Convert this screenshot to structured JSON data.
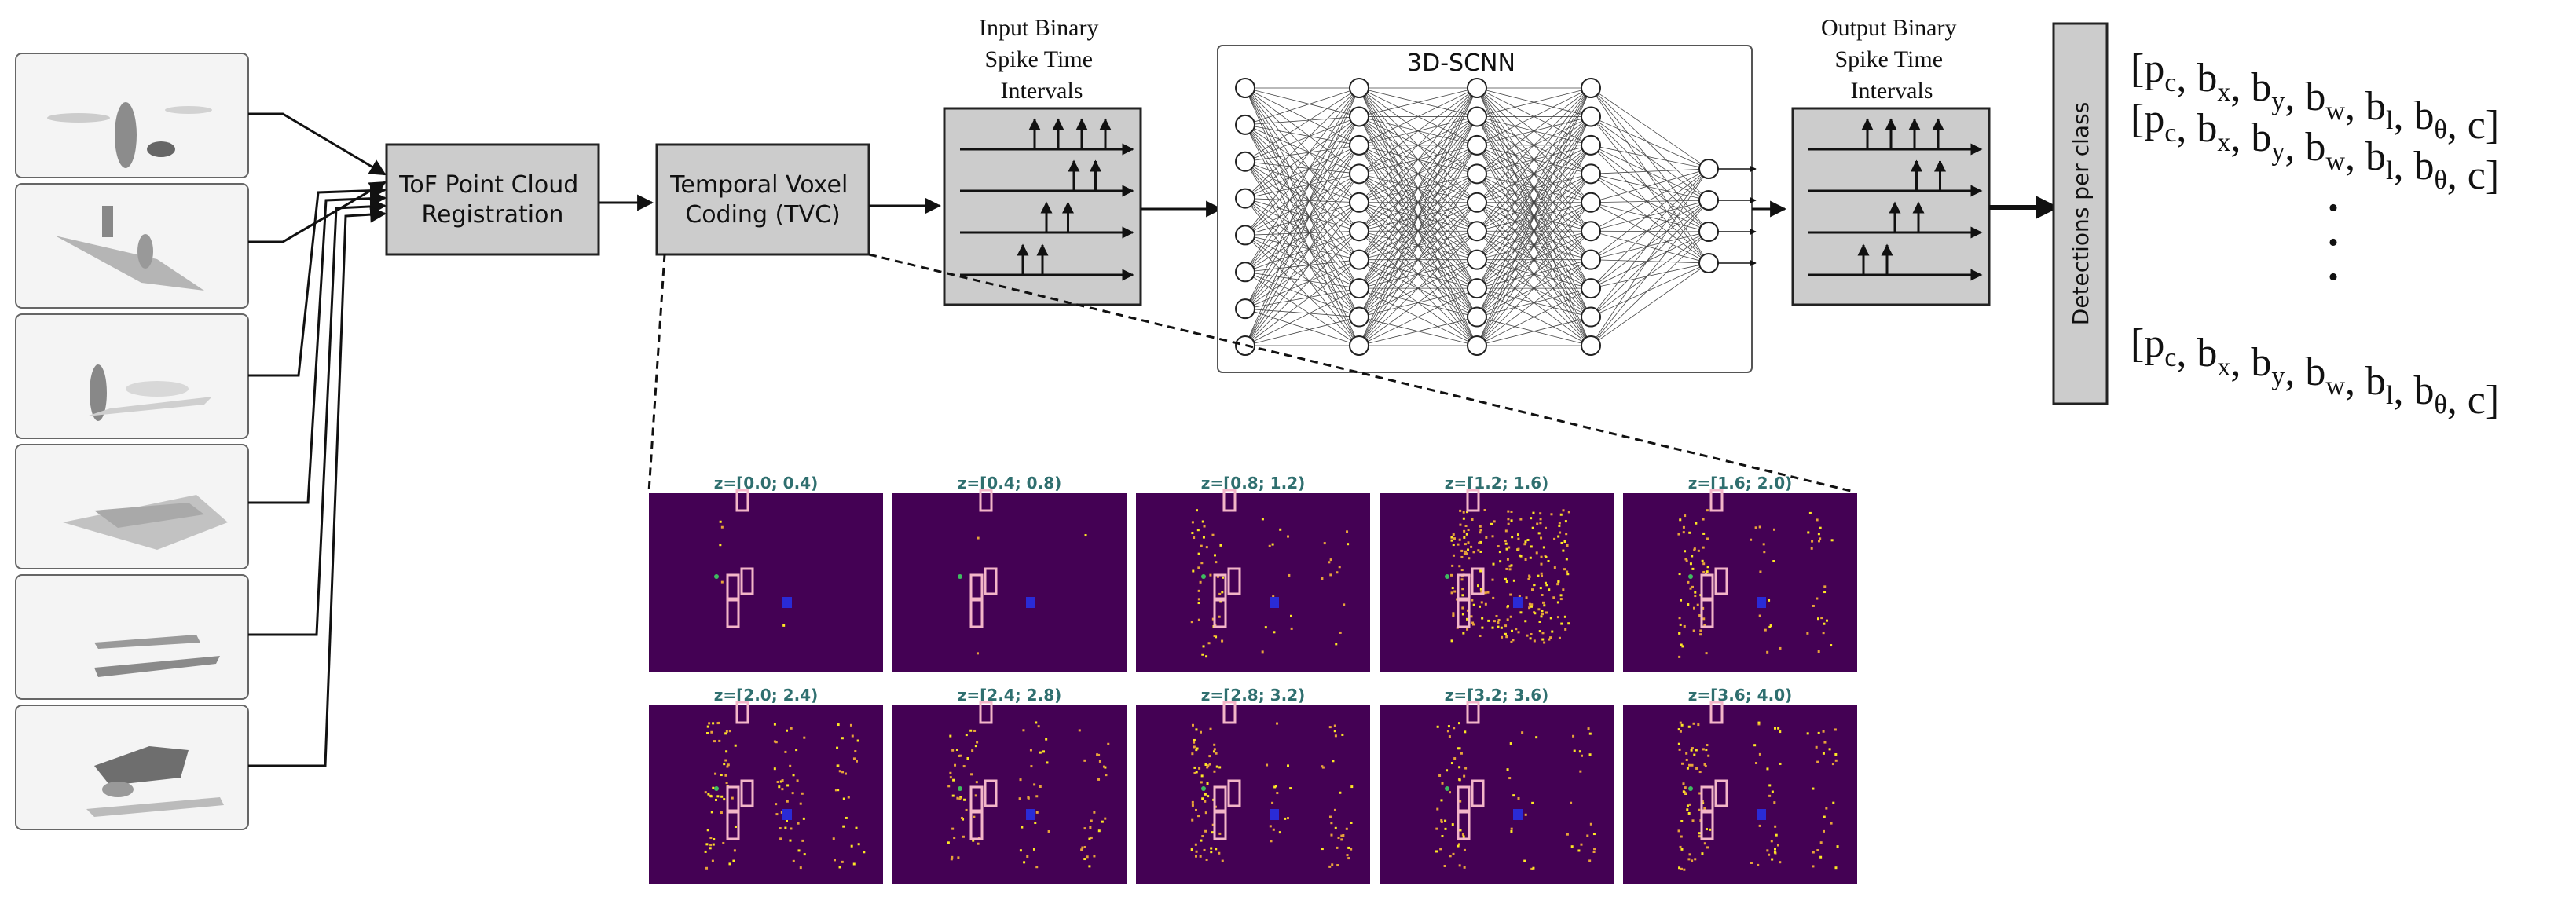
{
  "blocks": {
    "tof": [
      "ToF Point Cloud",
      "Registration"
    ],
    "tvc": [
      "Temporal Voxel",
      "Coding (TVC)"
    ],
    "snn": "3D-SCNN",
    "detections": "Detections per class"
  },
  "captions": {
    "input": [
      "Input Binary",
      "Spike Time",
      "Intervals"
    ],
    "output": [
      "Output Binary",
      "Spike Time",
      "Intervals"
    ]
  },
  "output_vector": {
    "rows": [
      [
        {
          "b": "[p",
          "s": "c"
        },
        {
          "b": ", b",
          "s": "x"
        },
        {
          "b": ", b",
          "s": "y"
        },
        {
          "b": ", b",
          "s": "w"
        },
        {
          "b": ", b",
          "s": "l"
        },
        {
          "b": ", b",
          "s": "θ"
        },
        {
          "b": ", c]",
          "s": ""
        }
      ],
      [
        {
          "b": "[p",
          "s": "c"
        },
        {
          "b": ", b",
          "s": "x"
        },
        {
          "b": ", b",
          "s": "y"
        },
        {
          "b": ", b",
          "s": "w"
        },
        {
          "b": ", b",
          "s": "l"
        },
        {
          "b": ", b",
          "s": "θ"
        },
        {
          "b": ", c]",
          "s": ""
        }
      ],
      [
        {
          "b": "[p",
          "s": "c"
        },
        {
          "b": ", b",
          "s": "x"
        },
        {
          "b": ", b",
          "s": "y"
        },
        {
          "b": ", b",
          "s": "w"
        },
        {
          "b": ", b",
          "s": "l"
        },
        {
          "b": ", b",
          "s": "θ"
        },
        {
          "b": ", c]",
          "s": ""
        }
      ]
    ],
    "ellipsis": "."
  },
  "slices": [
    {
      "label": "z=[0.0; 0.4)",
      "density": 0.02
    },
    {
      "label": "z=[0.4; 0.8)",
      "density": 0.01
    },
    {
      "label": "z=[0.8; 1.2)",
      "density": 0.25
    },
    {
      "label": "z=[1.2; 1.6)",
      "density": 0.95
    },
    {
      "label": "z=[1.6; 2.0)",
      "density": 0.35
    },
    {
      "label": "z=[2.0; 2.4)",
      "density": 0.45
    },
    {
      "label": "z=[2.4; 2.8)",
      "density": 0.35
    },
    {
      "label": "z=[2.8; 3.2)",
      "density": 0.4
    },
    {
      "label": "z=[3.2; 3.6)",
      "density": 0.3
    },
    {
      "label": "z=[3.6; 4.0)",
      "density": 0.45
    }
  ],
  "network": {
    "layers": [
      8,
      10,
      10,
      10,
      4
    ],
    "outputs": 4
  },
  "spike_rows": {
    "input": [
      [
        0.46,
        0.58,
        0.7,
        0.82
      ],
      [
        0.66,
        0.77
      ],
      [
        0.52,
        0.63
      ],
      [
        0.4,
        0.5
      ]
    ],
    "output": [
      [
        0.38,
        0.5,
        0.62,
        0.74
      ],
      [
        0.63,
        0.75
      ],
      [
        0.52,
        0.64
      ],
      [
        0.36,
        0.48
      ]
    ]
  },
  "colors": {
    "block_fill": "#cccccc",
    "block_stroke": "#222222",
    "slice_bg": "#440154",
    "slice_title": "#2f6f6f",
    "point_yellow": "#fde725",
    "point_orange": "#e8a33a",
    "box_pink": "#f3b6c8",
    "blob_blue": "#2a2bd6",
    "point_green": "#3fbc60"
  }
}
